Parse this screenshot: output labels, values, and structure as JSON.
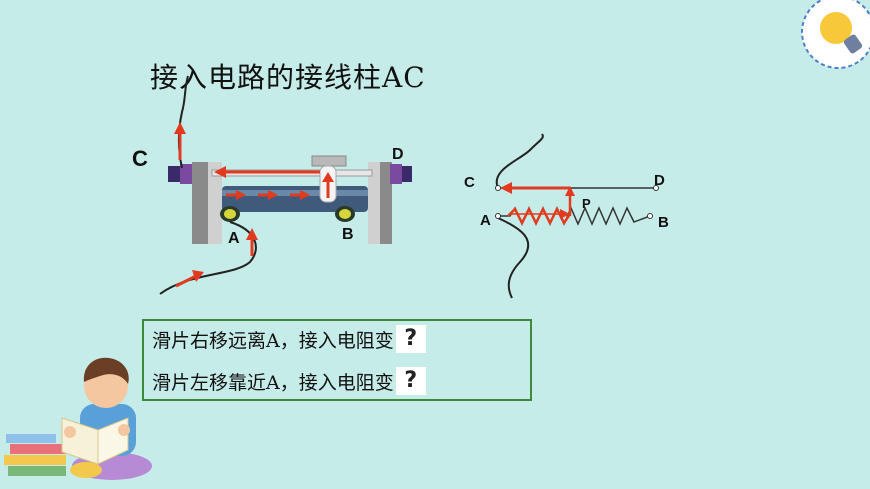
{
  "title": "接入电路的接线柱AC",
  "device_labels": {
    "c": "C",
    "d": "D",
    "a": "A",
    "b": "B"
  },
  "schematic_labels": {
    "c": "C",
    "d": "D",
    "a": "A",
    "b": "B",
    "p": "P"
  },
  "questions": [
    {
      "text": "滑片右移远离A，接入电阻变",
      "mark": "?"
    },
    {
      "text": "滑片左移靠近A，接入电阻变",
      "mark": "?"
    }
  ],
  "colors": {
    "background": "#c6ecea",
    "arrow": "#e23a1e",
    "box_border": "#3a8a3a"
  },
  "icons": {
    "corner": "lightbulb-icon",
    "character": "reading-kid-illustration"
  }
}
